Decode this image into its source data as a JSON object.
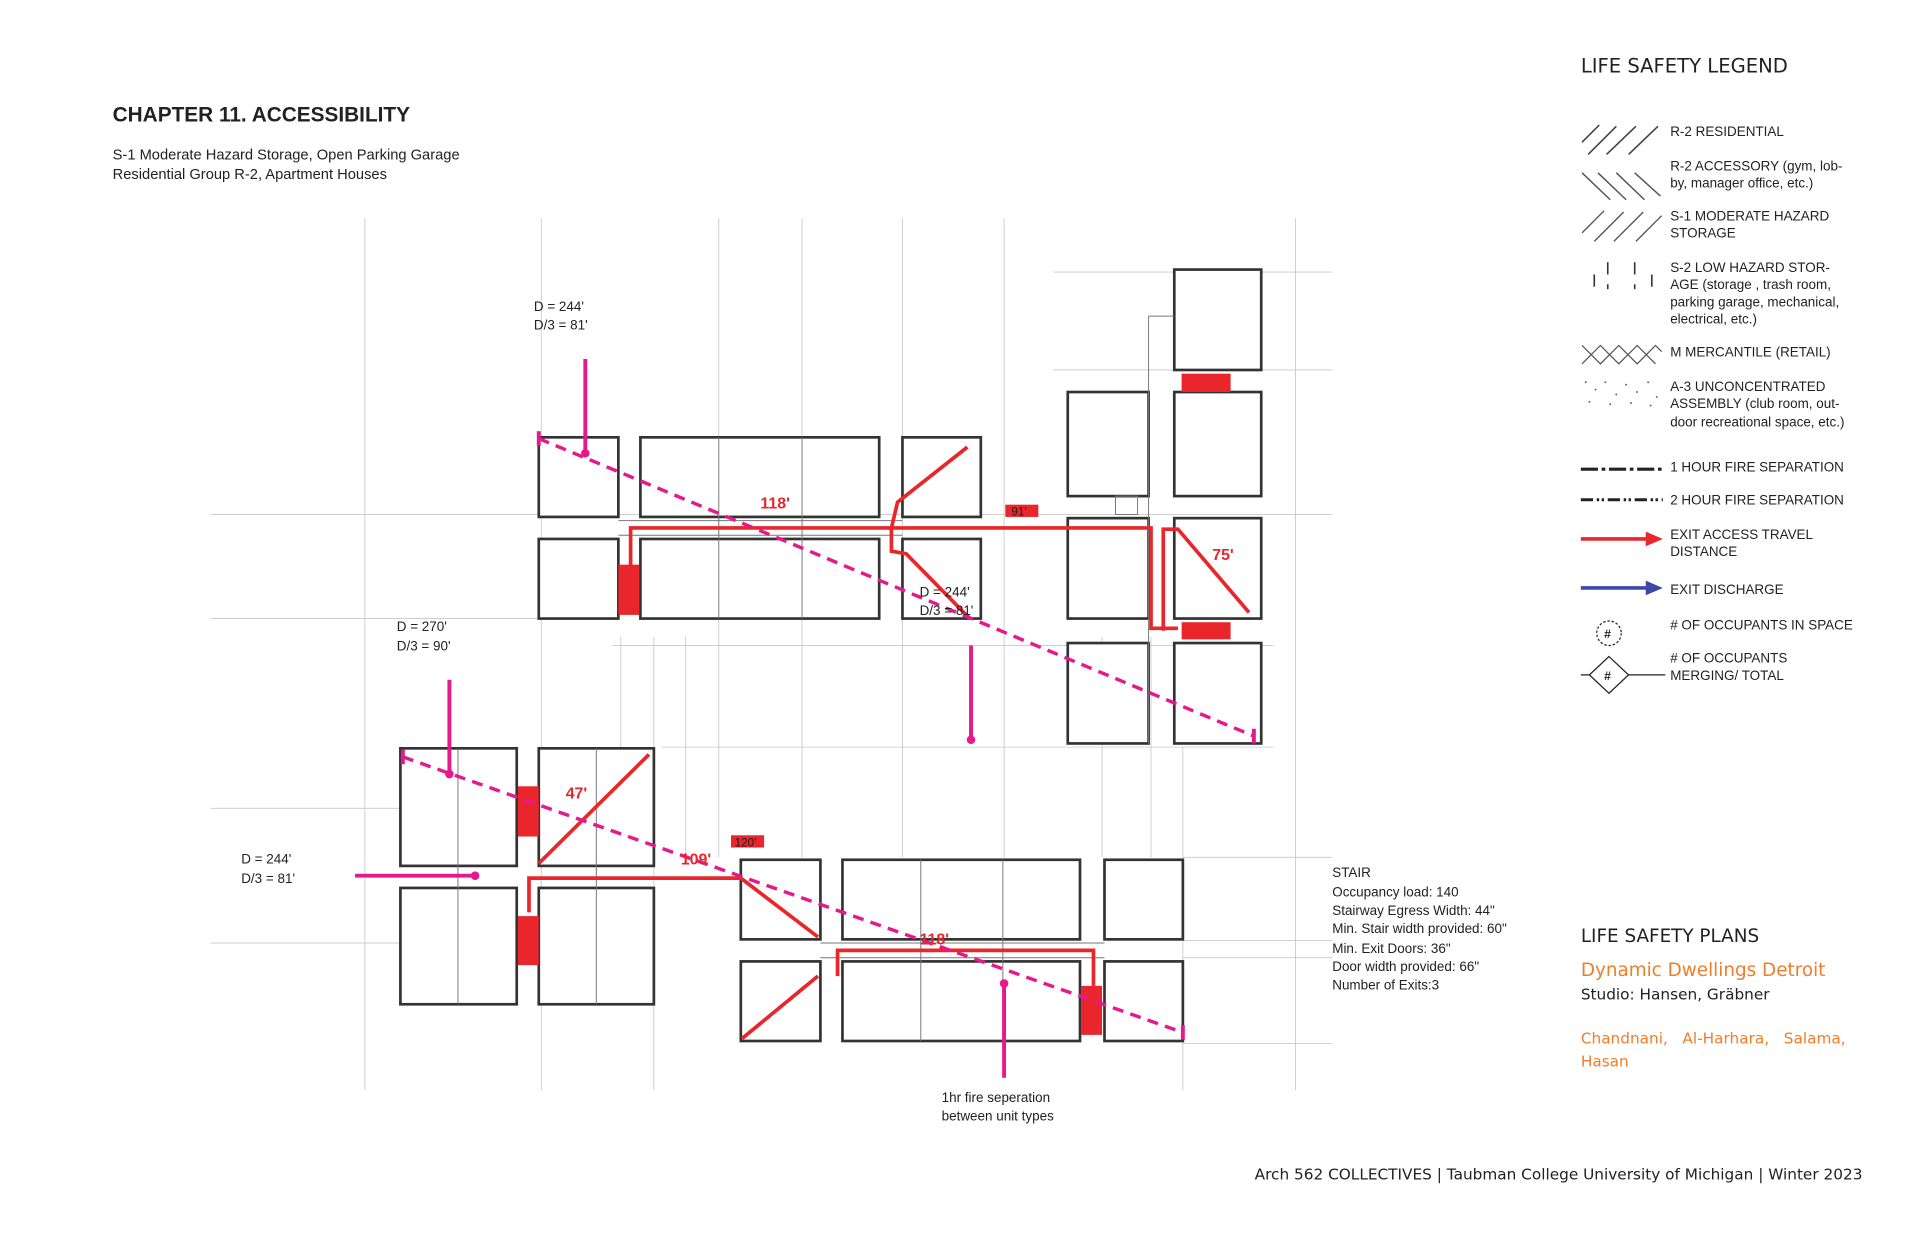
{
  "header": {
    "title": "CHAPTER 11. ACCESSIBILITY",
    "subtitle_lines": [
      "S-1 Moderate Hazard Storage, Open Parking Garage",
      "Residential Group R-2, Apartment Houses"
    ]
  },
  "plan": {
    "distance_notes": [
      {
        "d": "D = 244'",
        "d3": "D/3 = 81'"
      },
      {
        "d": "D = 270'",
        "d3": "D/3 = 90'"
      },
      {
        "d": "D = 244'",
        "d3": "D/3 = 81'"
      },
      {
        "d": "D = 244'",
        "d3": "D/3 = 81'"
      }
    ],
    "travel_labels": [
      "118'",
      "75'",
      "47'",
      "109'",
      "118'"
    ],
    "tags": [
      "91'",
      "120'"
    ],
    "separation_note": [
      "1hr fire seperation",
      "between unit types"
    ],
    "colors": {
      "exit_access": "#e8262b",
      "diagonal": "#e6198c",
      "exit_discharge": "#3b4aa8"
    }
  },
  "stair": {
    "title": "STAIR",
    "lines": [
      "Occupancy load: 140",
      "Stairway Egress Width: 44\"",
      "Min. Stair width provided: 60\"",
      "Min. Exit Doors: 36\"",
      "Door width provided: 66\"",
      "Number of Exits:3"
    ]
  },
  "legend": {
    "title": "LIFE SAFETY LEGEND",
    "items": [
      {
        "lines": [
          "R-2  RESIDENTIAL"
        ]
      },
      {
        "lines": [
          "R-2 ACCESSORY (gym, lob-",
          "by, manager office, etc.)"
        ]
      },
      {
        "lines": [
          "S-1  MODERATE HAZARD",
          "STORAGE"
        ]
      },
      {
        "lines": [
          "S-2  LOW HAZARD STOR-",
          "AGE (storage , trash room,",
          "parking garage, mechanical,",
          "electrical, etc.)"
        ]
      },
      {
        "lines": [
          "M  MERCANTILE (RETAIL)"
        ]
      },
      {
        "lines": [
          "A-3   UNCONCENTRATED",
          "ASSEMBLY (club room, out-",
          "door recreational space, etc.)"
        ]
      },
      {
        "lines": [
          "1 HOUR FIRE SEPARATION"
        ]
      },
      {
        "lines": [
          "2 HOUR FIRE SEPARATION"
        ]
      },
      {
        "lines": [
          "EXIT ACCESS TRAVEL",
          "DISTANCE"
        ]
      },
      {
        "lines": [
          "EXIT DISCHARGE"
        ]
      },
      {
        "lines": [
          "# OF OCCUPANTS IN SPACE"
        ]
      },
      {
        "lines": [
          "# OF OCCUPANTS",
          "MERGING/ TOTAL"
        ]
      }
    ],
    "hash_symbol": "#"
  },
  "project": {
    "heading": "LIFE SAFETY PLANS",
    "name": "Dynamic Dwellings Detroit",
    "studio": "Studio: Hansen, Gräbner",
    "authors_line1": "Chandnani,   Al-Harhara,   Salama,",
    "authors_line2": "Hasan",
    "footer": "Arch 562 COLLECTIVES | Taubman College University of Michigan | Winter 2023"
  }
}
